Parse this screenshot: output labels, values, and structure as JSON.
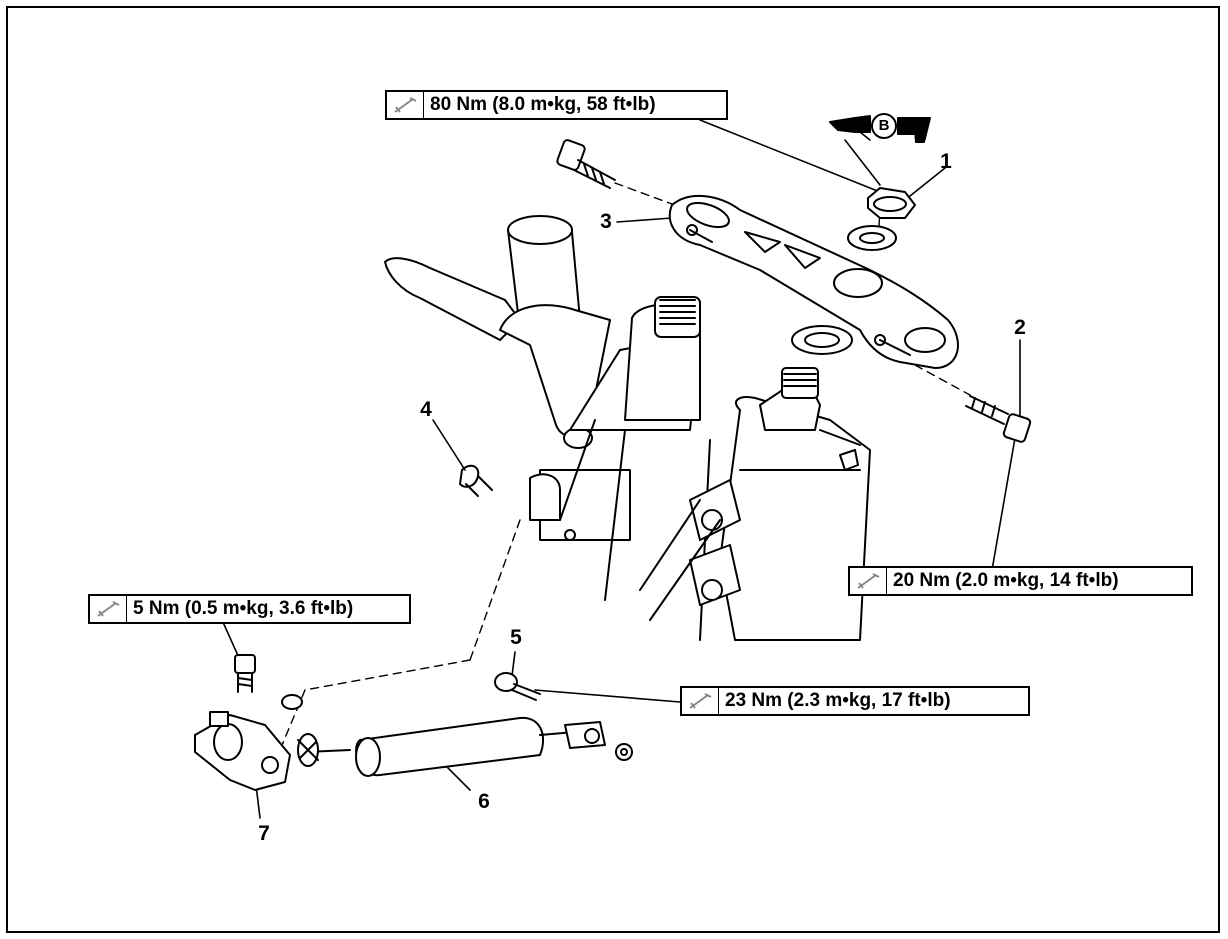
{
  "torque_specs": [
    {
      "id": "spec-top-nut",
      "text": "80 Nm (8.0 m•kg, 58 ft•lb)"
    },
    {
      "id": "spec-bolt-2",
      "text": "20 Nm (2.0 m•kg, 14 ft•lb)"
    },
    {
      "id": "spec-clamp-bolt",
      "text": "5 Nm (0.5 m•kg, 3.6 ft•lb)"
    },
    {
      "id": "spec-bolt-5",
      "text": "23 Nm (2.3 m•kg, 17 ft•lb)"
    }
  ],
  "callouts": [
    "1",
    "2",
    "3",
    "4",
    "5",
    "6",
    "7"
  ],
  "lubricant_label": "B",
  "icons": {
    "torque": "torque-wrench-icon",
    "grease": "grease-gun-icon"
  },
  "colors": {
    "line": "#000000",
    "background": "#ffffff"
  }
}
